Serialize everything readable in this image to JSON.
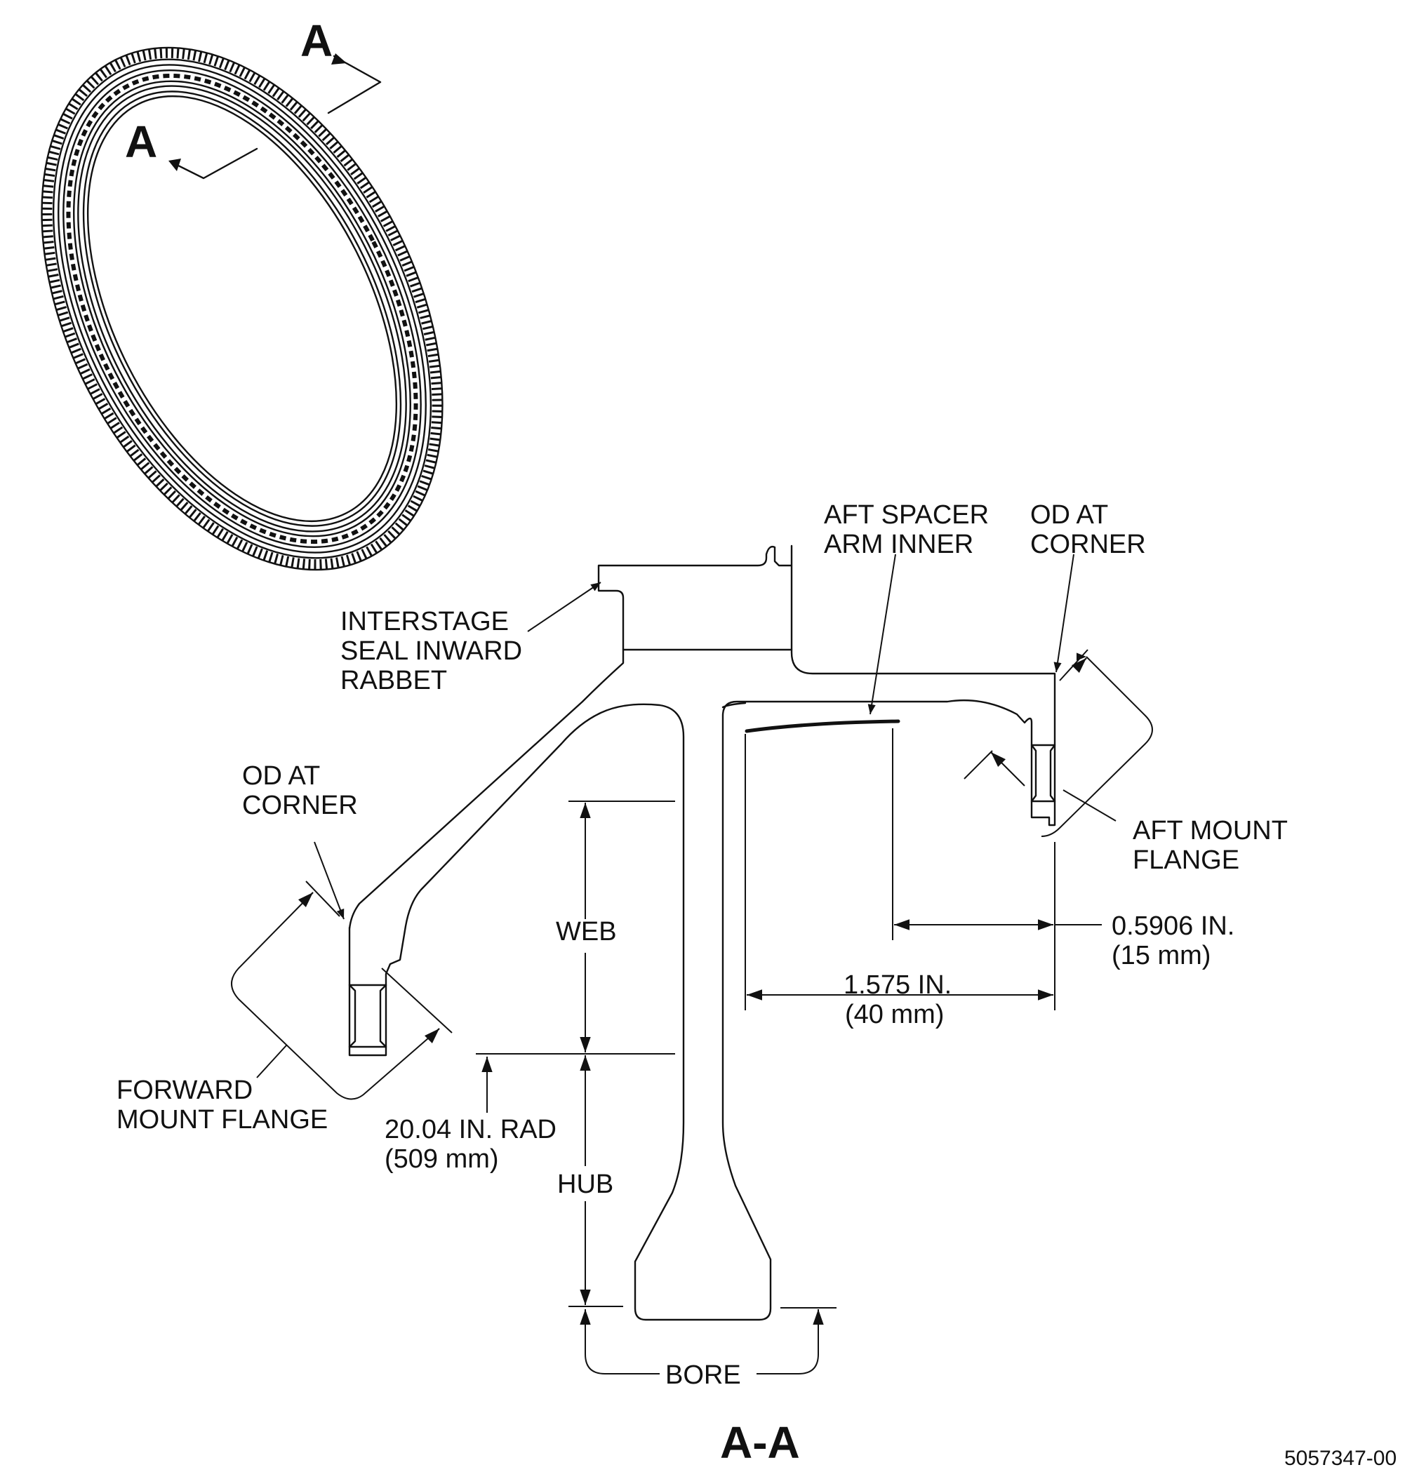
{
  "labels": {
    "section_marker": "A",
    "interstage_seal": [
      "INTERSTAGE",
      "SEAL INWARD",
      "RABBET"
    ],
    "aft_spacer": [
      "AFT SPACER",
      "ARM INNER"
    ],
    "od_at_corner": [
      "OD AT",
      "CORNER"
    ],
    "aft_mount_flange": [
      "AFT MOUNT",
      "FLANGE"
    ],
    "forward_mount_flange": [
      "FORWARD",
      "MOUNT FLANGE"
    ],
    "web": "WEB",
    "hub": "HUB",
    "bore": "BORE",
    "section_title": "A-A",
    "drawing_number": "5057347-00"
  },
  "dimensions": {
    "aft_offset": [
      "0.5906 IN.",
      "(15 mm)"
    ],
    "arm_length": [
      "1.575 IN.",
      "(40 mm)"
    ],
    "radius": [
      "20.04 IN. RAD",
      "(509 mm)"
    ]
  }
}
